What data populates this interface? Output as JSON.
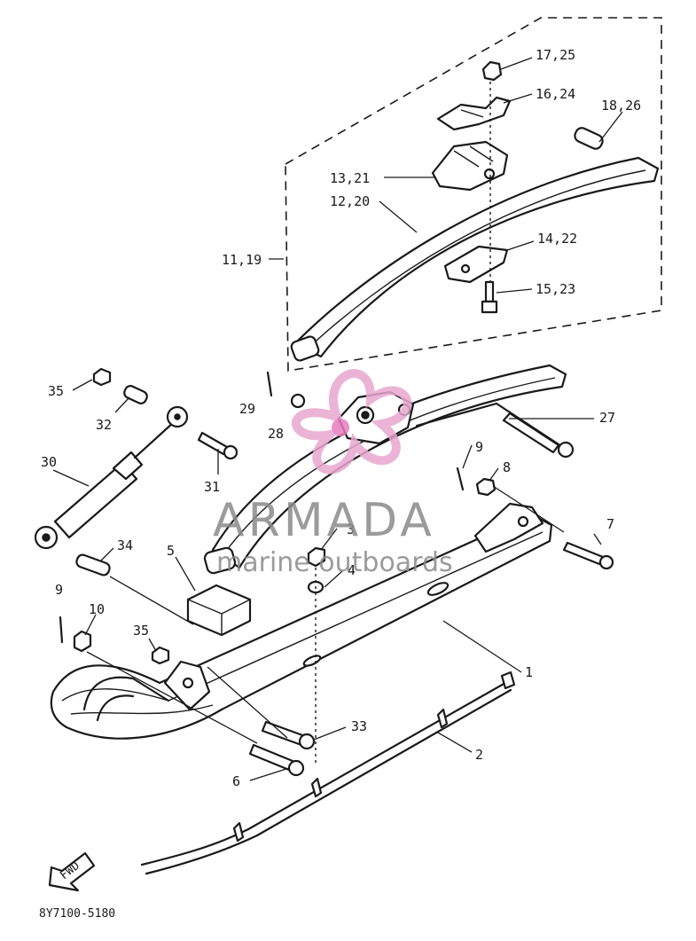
{
  "diagram": {
    "code": "8Y7100-5180",
    "fwd_label": "FWD",
    "watermark": {
      "brand": "ARMADA",
      "tagline": "marine outboards"
    },
    "labels": [
      {
        "id": "17",
        "text": "17,25"
      },
      {
        "id": "16",
        "text": "16,24"
      },
      {
        "id": "18",
        "text": "18,26"
      },
      {
        "id": "13",
        "text": "13,21"
      },
      {
        "id": "12",
        "text": "12,20"
      },
      {
        "id": "11",
        "text": "11,19"
      },
      {
        "id": "14",
        "text": "14,22"
      },
      {
        "id": "15",
        "text": "15,23"
      },
      {
        "id": "35a",
        "text": "35"
      },
      {
        "id": "32",
        "text": "32"
      },
      {
        "id": "29",
        "text": "29"
      },
      {
        "id": "28",
        "text": "28"
      },
      {
        "id": "27",
        "text": "27"
      },
      {
        "id": "30",
        "text": "30"
      },
      {
        "id": "31",
        "text": "31"
      },
      {
        "id": "9a",
        "text": "9"
      },
      {
        "id": "8",
        "text": "8"
      },
      {
        "id": "3",
        "text": "3"
      },
      {
        "id": "34",
        "text": "34"
      },
      {
        "id": "5",
        "text": "5"
      },
      {
        "id": "4",
        "text": "4"
      },
      {
        "id": "7",
        "text": "7"
      },
      {
        "id": "9b",
        "text": "9"
      },
      {
        "id": "10",
        "text": "10"
      },
      {
        "id": "35b",
        "text": "35"
      },
      {
        "id": "1",
        "text": "1"
      },
      {
        "id": "33",
        "text": "33"
      },
      {
        "id": "2",
        "text": "2"
      },
      {
        "id": "6",
        "text": "6"
      }
    ]
  }
}
